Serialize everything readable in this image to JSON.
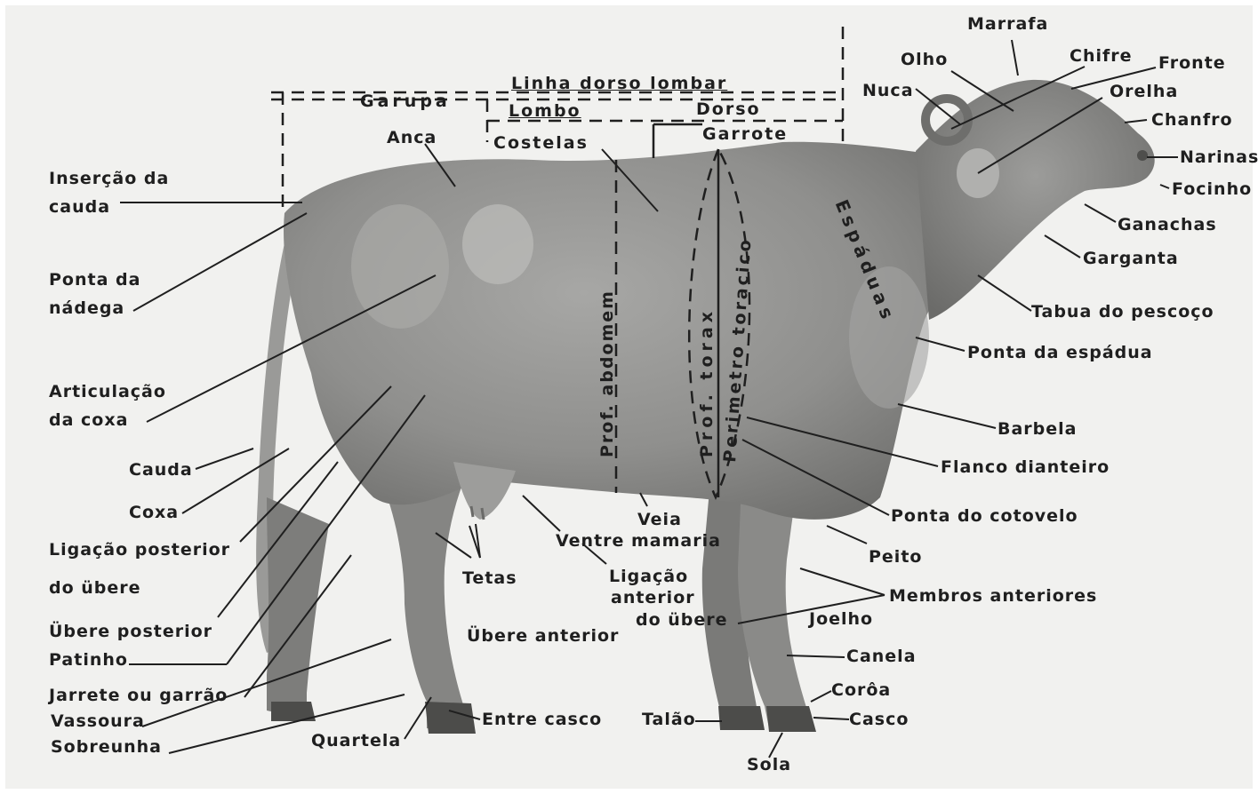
{
  "labels": {
    "marrafa": "Marrafa",
    "olho": "Olho",
    "chifre": "Chifre",
    "fronte": "Fronte",
    "nuca": "Nuca",
    "orelha": "Orelha",
    "chanfro": "Chanfro",
    "narinas": "Narinas",
    "focinho": "Focinho",
    "ganachas": "Ganachas",
    "garganta": "Garganta",
    "tabua_pescoco": "Tabua do pescoço",
    "ponta_espadua": "Ponta da espádua",
    "barbela": "Barbela",
    "flanco_dianteiro": "Flanco dianteiro",
    "ponta_cotovelo": "Ponta do cotovelo",
    "peito": "Peito",
    "membros_anteriores": "Membros anteriores",
    "joelho": "Joelho",
    "canela": "Canela",
    "coroa": "Corôa",
    "casco": "Casco",
    "sola": "Sola",
    "talao": "Talão",
    "entre_casco": "Entre casco",
    "quartela": "Quartela",
    "sobreunha": "Sobreunha",
    "vassoura": "Vassoura",
    "jarrete": "Jarrete ou garrão",
    "patinho": "Patinho",
    "ubere_posterior": "Übere posterior",
    "ligacao_posterior_1": "Ligação posterior",
    "ligacao_posterior_2": "do übere",
    "coxa": "Coxa",
    "cauda": "Cauda",
    "articulacao_1": "Articulação",
    "articulacao_2": "da coxa",
    "ponta_nadega_1": "Ponta da",
    "ponta_nadega_2": "nádega",
    "insercao_1": "Inserção da",
    "insercao_2": "cauda",
    "garupa": "Garupa",
    "linha_dorso_lombar": "Linha dorso lombar",
    "lombo": "Lombo",
    "dorso": "Dorso",
    "anca": "Anca",
    "costelas": "Costelas",
    "garrote": "Garrote",
    "tetas": "Tetas",
    "ventre": "Ventre",
    "veia_mamaria_1": "Veia",
    "veia_mamaria_2": "mamaria",
    "ligacao_anterior_1": "Ligação",
    "ligacao_anterior_2": "anterior",
    "ligacao_anterior_3": "do übere",
    "ubere_anterior": "Übere anterior",
    "prof_abdomem": "Prof. abdomem",
    "prof_torax": "Prof. torax",
    "perimetro_toracico": "Perimetro toracico",
    "espaduas": "Espáduas"
  },
  "colors": {
    "paper": "#f1f1ef",
    "ink": "#1f1f1f",
    "cow_body": "#8e8e8c",
    "cow_shadow": "#6e6e6c"
  }
}
